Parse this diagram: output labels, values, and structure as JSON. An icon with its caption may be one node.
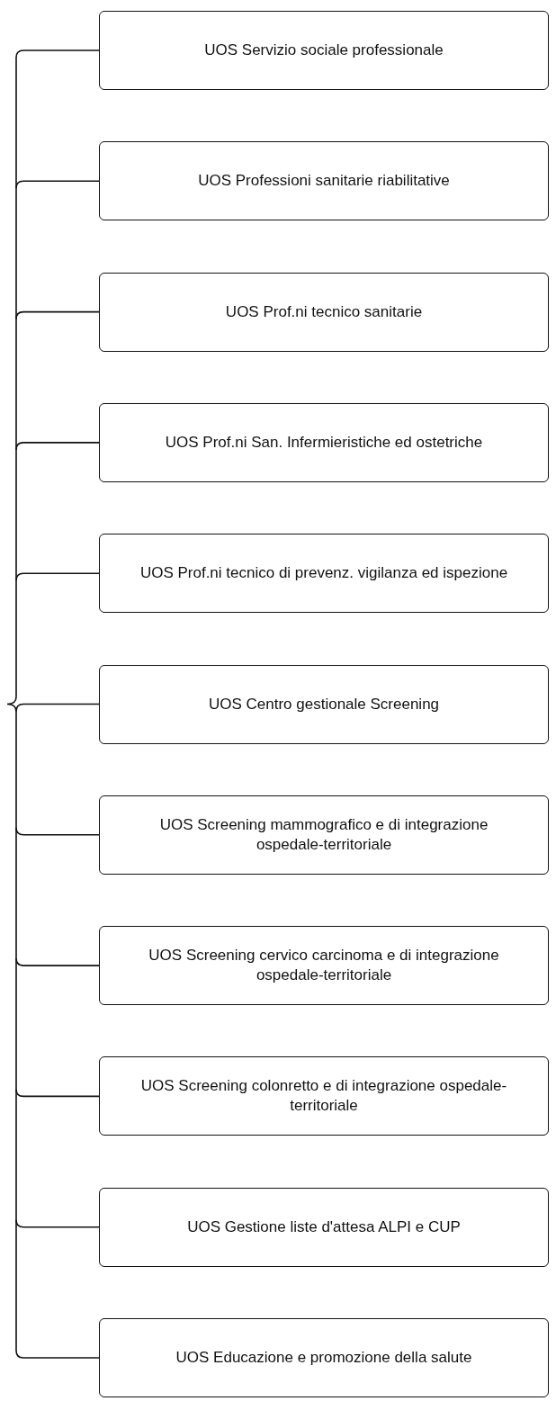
{
  "diagram": {
    "nodes": [
      {
        "text": [
          "UOS Servizio sociale professionale"
        ]
      },
      {
        "text": [
          "UOS Professioni sanitarie riabilitative"
        ]
      },
      {
        "text": [
          "UOS Prof.ni tecnico sanitarie"
        ]
      },
      {
        "text": [
          "UOS Prof.ni San. Infermieristiche ed ostetriche"
        ]
      },
      {
        "text": [
          "UOS Prof.ni tecnico di prevenz. vigilanza ed ispezione"
        ]
      },
      {
        "text": [
          "UOS Centro gestionale Screening"
        ]
      },
      {
        "text": [
          "UOS Screening mammografico e di integrazione ospedale-territoriale"
        ]
      },
      {
        "text": [
          "UOS Screening cervico carcinoma e di integrazione ospedale-territoriale"
        ]
      },
      {
        "text": [
          "UOS Screening colonretto e di integrazione ospedale-territoriale"
        ]
      },
      {
        "text": [
          "UOS Gestione liste d'attesa ALPI e CUP"
        ]
      },
      {
        "text": [
          "UOS Educazione e promozione della salute"
        ]
      }
    ],
    "edges": [
      {
        "from": null,
        "to": 0,
        "arrow": "none"
      },
      {
        "from": null,
        "to": 1,
        "arrow": "none"
      },
      {
        "from": null,
        "to": 2,
        "arrow": "none"
      },
      {
        "from": null,
        "to": 3,
        "arrow": "none"
      },
      {
        "from": null,
        "to": 4,
        "arrow": "none"
      },
      {
        "from": null,
        "to": 5,
        "arrow": "none"
      },
      {
        "from": null,
        "to": 6,
        "arrow": "none"
      },
      {
        "from": null,
        "to": 7,
        "arrow": "none"
      },
      {
        "from": null,
        "to": 8,
        "arrow": "none"
      },
      {
        "from": null,
        "to": 9,
        "arrow": "none"
      },
      {
        "from": null,
        "to": 10,
        "arrow": "none"
      }
    ]
  }
}
